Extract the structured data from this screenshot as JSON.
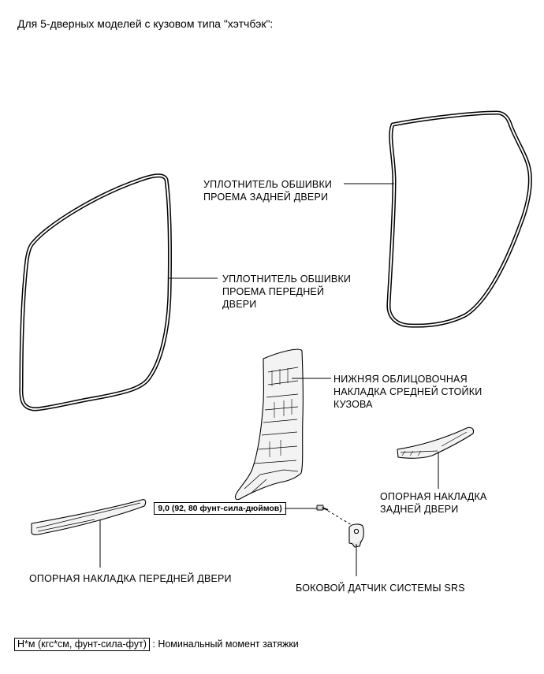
{
  "header": {
    "title": "Для 5-дверных моделей с кузовом типа \"хэтчбэк\":"
  },
  "labels": {
    "rear_weatherstrip": [
      "УПЛОТНИТЕЛЬ ОБШИВКИ",
      "ПРОЕМА ЗАДНЕЙ ДВЕРИ"
    ],
    "front_weatherstrip": [
      "УПЛОТНИТЕЛЬ ОБШИВКИ",
      "ПРОЕМА ПЕРЕДНЕЙ",
      "ДВЕРИ"
    ],
    "center_pillar": [
      "НИЖНЯЯ ОБЛИЦОВОЧНАЯ",
      "НАКЛАДКА СРЕДНЕЙ СТОЙКИ",
      "КУЗОВА"
    ],
    "rear_scuff": [
      "ОПОРНАЯ НАКЛАДКА",
      "ЗАДНЕЙ ДВЕРИ"
    ],
    "front_scuff": "ОПОРНАЯ НАКЛАДКА ПЕРЕДНЕЙ ДВЕРИ",
    "srs_sensor": "БОКОВОЙ ДАТЧИК СИСТЕМЫ SRS"
  },
  "torque": {
    "value": "9,0 (92, 80 фунт-сила-дюймов)"
  },
  "legend": {
    "unit": "Н*м (кгс*см, фунт-сила-фут)",
    "description": ": Номинальный момент затяжки"
  }
}
